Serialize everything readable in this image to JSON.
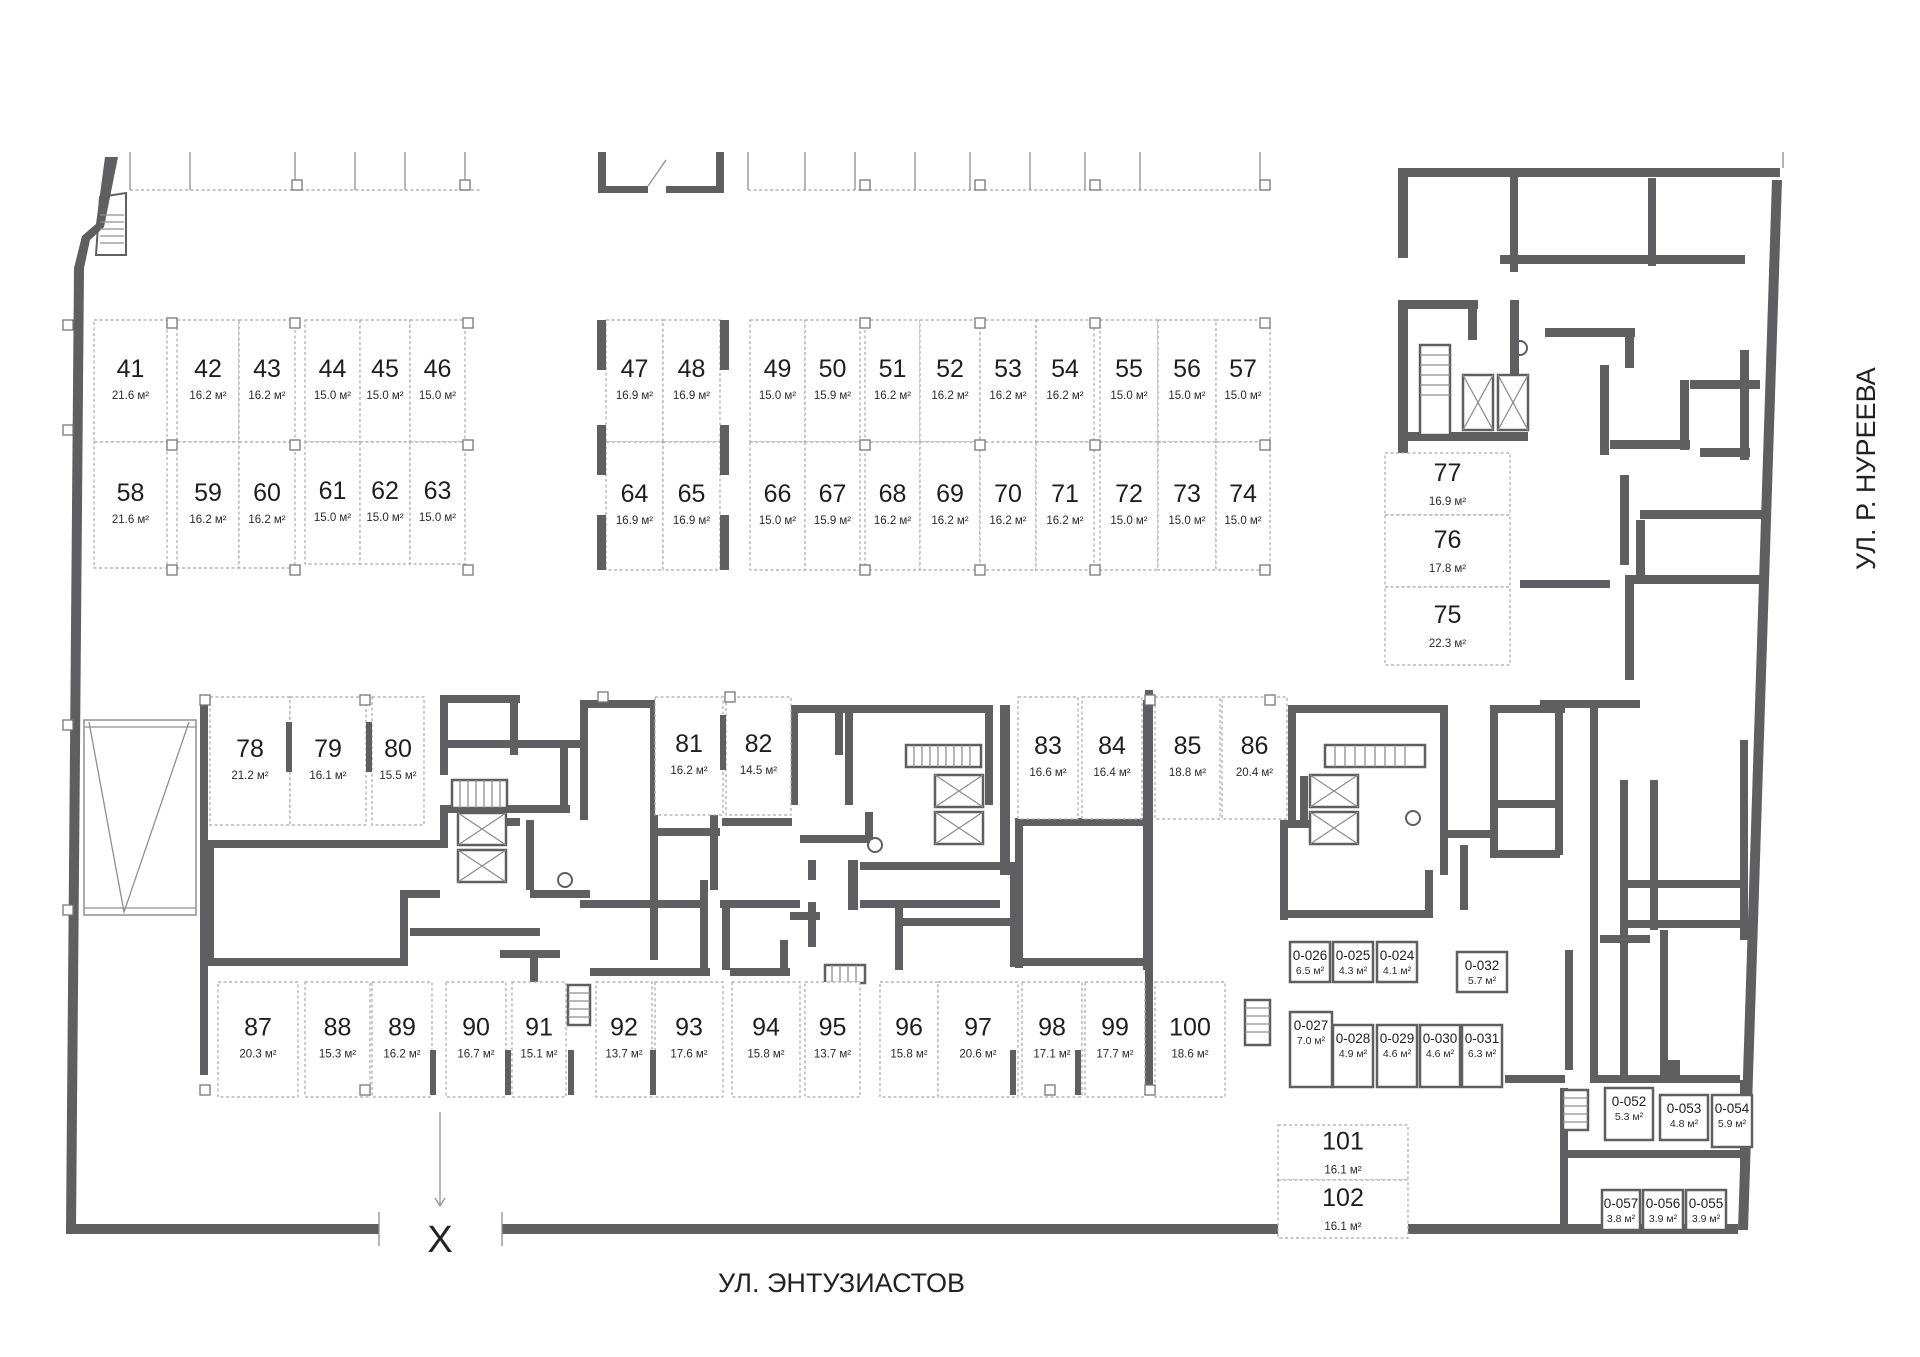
{
  "streets": {
    "south": "УЛ. ЭНТУЗИАСТОВ",
    "east": "УЛ. Р. НУРЕЕВА"
  },
  "entrance_marker": "X",
  "unit_suffix": "м²",
  "colors": {
    "wall": "#5f5f62",
    "cell_border": "#a9a9ac",
    "text": "#1e1e1e"
  },
  "parking_spaces": [
    {
      "number": "41",
      "area": "21.6"
    },
    {
      "number": "42",
      "area": "16.2"
    },
    {
      "number": "43",
      "area": "16.2"
    },
    {
      "number": "44",
      "area": "15.0"
    },
    {
      "number": "45",
      "area": "15.0"
    },
    {
      "number": "46",
      "area": "15.0"
    },
    {
      "number": "58",
      "area": "21.6"
    },
    {
      "number": "59",
      "area": "16.2"
    },
    {
      "number": "60",
      "area": "16.2"
    },
    {
      "number": "61",
      "area": "15.0"
    },
    {
      "number": "62",
      "area": "15.0"
    },
    {
      "number": "63",
      "area": "15.0"
    },
    {
      "number": "47",
      "area": "16.9"
    },
    {
      "number": "48",
      "area": "16.9"
    },
    {
      "number": "64",
      "area": "16.9"
    },
    {
      "number": "65",
      "area": "16.9"
    },
    {
      "number": "49",
      "area": "15.0"
    },
    {
      "number": "50",
      "area": "15.9"
    },
    {
      "number": "51",
      "area": "16.2"
    },
    {
      "number": "52",
      "area": "16.2"
    },
    {
      "number": "53",
      "area": "16.2"
    },
    {
      "number": "54",
      "area": "16.2"
    },
    {
      "number": "55",
      "area": "15.0"
    },
    {
      "number": "56",
      "area": "15.0"
    },
    {
      "number": "57",
      "area": "15.0"
    },
    {
      "number": "66",
      "area": "15.0"
    },
    {
      "number": "67",
      "area": "15.9"
    },
    {
      "number": "68",
      "area": "16.2"
    },
    {
      "number": "69",
      "area": "16.2"
    },
    {
      "number": "70",
      "area": "16.2"
    },
    {
      "number": "71",
      "area": "16.2"
    },
    {
      "number": "72",
      "area": "15.0"
    },
    {
      "number": "73",
      "area": "15.0"
    },
    {
      "number": "74",
      "area": "15.0"
    },
    {
      "number": "77",
      "area": "16.9"
    },
    {
      "number": "76",
      "area": "17.8"
    },
    {
      "number": "75",
      "area": "22.3"
    },
    {
      "number": "78",
      "area": "21.2"
    },
    {
      "number": "79",
      "area": "16.1"
    },
    {
      "number": "80",
      "area": "15.5"
    },
    {
      "number": "81",
      "area": "16.2"
    },
    {
      "number": "82",
      "area": "14.5"
    },
    {
      "number": "83",
      "area": "16.6"
    },
    {
      "number": "84",
      "area": "16.4"
    },
    {
      "number": "85",
      "area": "18.8"
    },
    {
      "number": "86",
      "area": "20.4"
    },
    {
      "number": "87",
      "area": "20.3"
    },
    {
      "number": "88",
      "area": "15.3"
    },
    {
      "number": "89",
      "area": "16.2"
    },
    {
      "number": "90",
      "area": "16.7"
    },
    {
      "number": "91",
      "area": "15.1"
    },
    {
      "number": "92",
      "area": "13.7"
    },
    {
      "number": "93",
      "area": "17.6"
    },
    {
      "number": "94",
      "area": "15.8"
    },
    {
      "number": "95",
      "area": "13.7"
    },
    {
      "number": "96",
      "area": "15.8"
    },
    {
      "number": "97",
      "area": "20.6"
    },
    {
      "number": "98",
      "area": "17.1"
    },
    {
      "number": "99",
      "area": "17.7"
    },
    {
      "number": "100",
      "area": "18.6"
    },
    {
      "number": "101",
      "area": "16.1"
    },
    {
      "number": "102",
      "area": "16.1"
    }
  ],
  "storage_units": [
    {
      "number": "0-026",
      "area": "6.5"
    },
    {
      "number": "0-025",
      "area": "4.3"
    },
    {
      "number": "0-024",
      "area": "4.1"
    },
    {
      "number": "0-032",
      "area": "5.7"
    },
    {
      "number": "0-027",
      "area": "7.0"
    },
    {
      "number": "0-028",
      "area": "4.9"
    },
    {
      "number": "0-029",
      "area": "4.6"
    },
    {
      "number": "0-030",
      "area": "4.6"
    },
    {
      "number": "0-031",
      "area": "6.3"
    },
    {
      "number": "0-052",
      "area": "5.3"
    },
    {
      "number": "0-053",
      "area": "4.8"
    },
    {
      "number": "0-054",
      "area": "5.9"
    },
    {
      "number": "0-057",
      "area": "3.8"
    },
    {
      "number": "0-056",
      "area": "3.9"
    },
    {
      "number": "0-055",
      "area": "3.9"
    }
  ]
}
